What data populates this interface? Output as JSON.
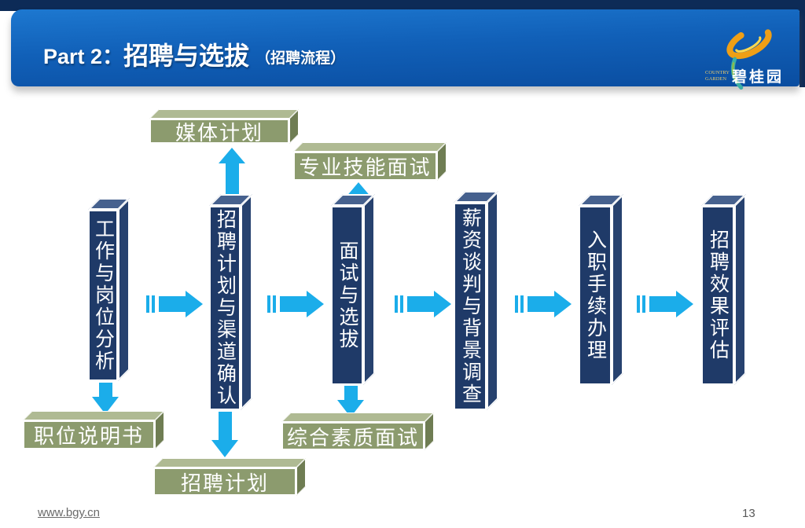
{
  "header": {
    "part_label": "Part 2：",
    "title": "招聘与选拔",
    "subtitle": "（招聘流程）"
  },
  "logo": {
    "brand": "碧桂园",
    "brand_en_line1": "COUNTRY",
    "brand_en_line2": "GARDEN"
  },
  "flow": {
    "steps": [
      {
        "label": "工作与岗位分析"
      },
      {
        "label": "招聘计划与渠道确认"
      },
      {
        "label": "面试与选拔"
      },
      {
        "label": "薪资谈判与背景调查"
      },
      {
        "label": "入职手续办理"
      },
      {
        "label": "招聘效果评估"
      }
    ],
    "callouts": {
      "media_plan": "媒体计划",
      "skill_interview": "专业技能面试",
      "job_description": "职位说明书",
      "recruit_plan": "招聘计划",
      "quality_interview": "综合素质面试"
    }
  },
  "footer": {
    "url": "www.bgy.cn",
    "page": "13"
  },
  "colors": {
    "accent": "#1BADEA",
    "pillar_front": "#1F3A68",
    "pillar_top": "#46618E",
    "pillar_side": "#27426F",
    "callout_front": "#8C9B6E",
    "callout_top": "#AFBA93",
    "callout_side": "#6F7D53",
    "header_blue": "#1160B8",
    "header_navy": "#0D2B57"
  }
}
